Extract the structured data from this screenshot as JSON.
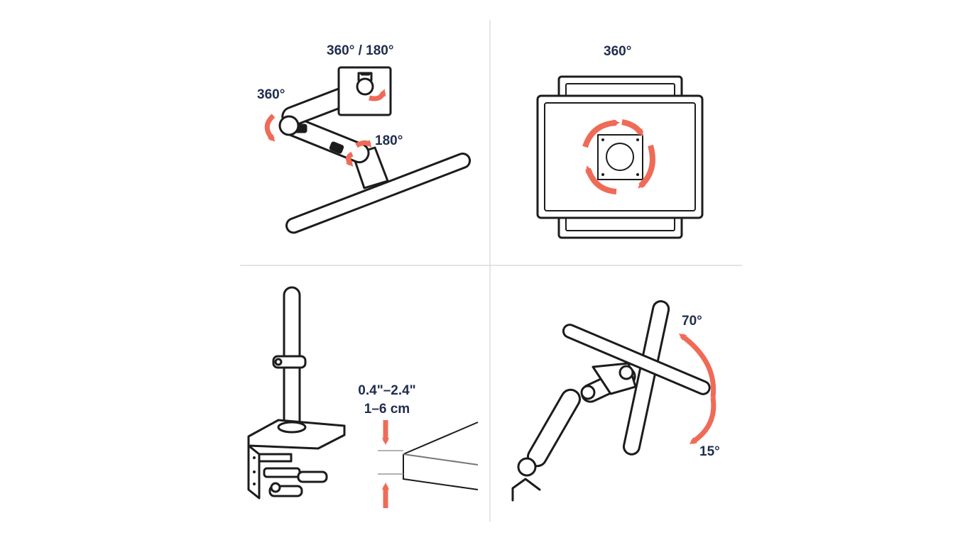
{
  "colors": {
    "ink": "#1c1c1c",
    "label": "#1f2d4d",
    "arrow": "#ef6b57",
    "divider": "#d4d4d4",
    "fill": "#ffffff"
  },
  "panels": {
    "arm_rotation": {
      "top_label": "360° / 180°",
      "left_label": "360°",
      "lower_label": "180°"
    },
    "monitor_rotation": {
      "top_label": "360°"
    },
    "desk_clamp": {
      "thickness_in": "0.4\"–2.4\"",
      "thickness_cm": "1–6 cm"
    },
    "tilt": {
      "up_label": "70°",
      "down_label": "15°"
    }
  }
}
